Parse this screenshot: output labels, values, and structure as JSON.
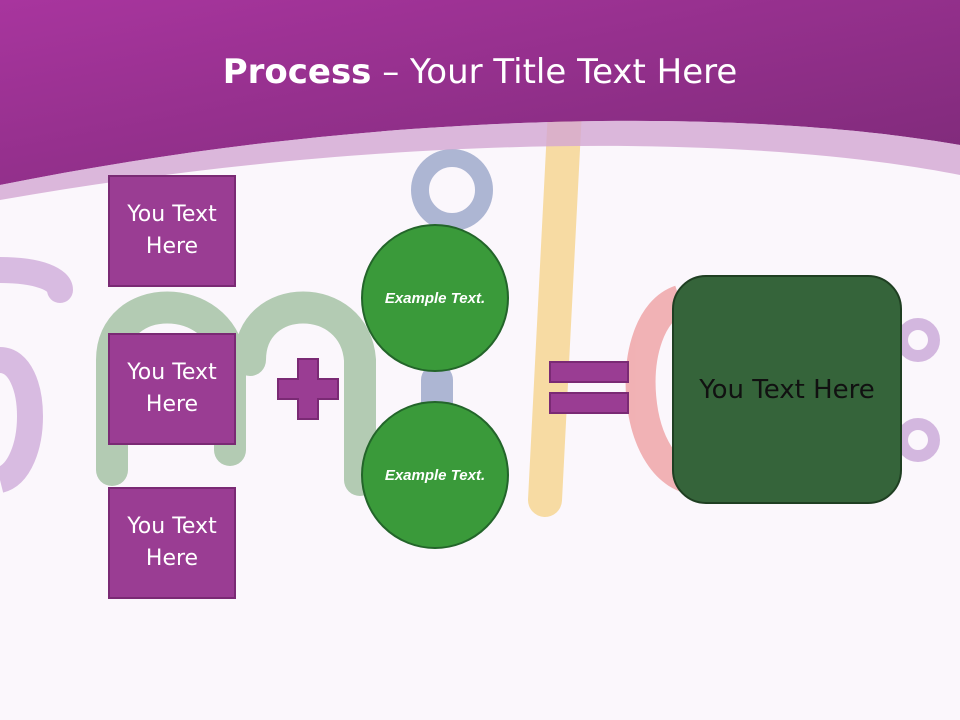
{
  "title": {
    "bold": "Process",
    "rest": " – Your Title Text Here"
  },
  "boxes": [
    "You Text Here",
    "You Text Here",
    "You Text Here"
  ],
  "circles": [
    "Example Text.",
    "Example Text."
  ],
  "result": "You Text Here",
  "operators": {
    "plus": "plus-icon",
    "equals": "equals-icon"
  },
  "colors": {
    "header": "#8e2f86",
    "box": "#9a3d93",
    "circle": "#3a9a3a",
    "result": "#35643a"
  }
}
